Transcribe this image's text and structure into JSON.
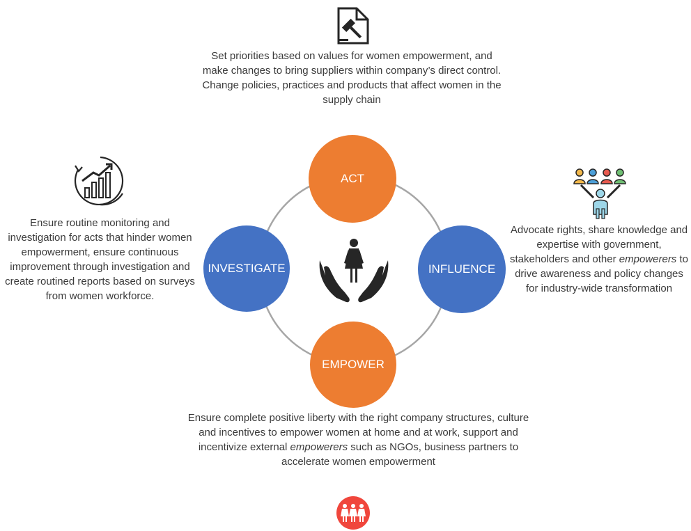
{
  "nodes": {
    "act": {
      "label": "ACT",
      "color": "#ED7D31"
    },
    "influence": {
      "label": "INFLUENCE",
      "color": "#4472C4"
    },
    "empower": {
      "label": "EMPOWER",
      "color": "#ED7D31"
    },
    "investigate": {
      "label": "INVESTIGATE",
      "color": "#4472C4"
    }
  },
  "descriptions": {
    "act": {
      "icon": "document-gavel-icon",
      "text": "Set priorities based on values for women empowerment, and make changes to bring suppliers within company’s direct control. Change policies, practices and products that affect women in the supply chain"
    },
    "investigate": {
      "icon": "growth-chart-icon",
      "text": "Ensure routine monitoring and investigation for acts that hinder women empowerment, ensure continuous improvement through investigation and create routined reports based on surveys from women workforce."
    },
    "influence": {
      "icon": "people-group-leader-icon",
      "text_before": "Advocate rights, share knowledge and expertise with government, stakeholders and other ",
      "text_em": "empowerers",
      "text_after": " to drive awareness and policy changes for industry-wide transformation"
    },
    "empower": {
      "icon": "women-group-icon",
      "text_before": "Ensure complete positive liberty with the right company structures, culture and incentives to empower women at home and at work, support and incentivize external ",
      "text_em": "empowerers",
      "text_after": " such as NGOs, business partners to accelerate women empowerment"
    }
  },
  "center": {
    "icon": "woman-in-hands-icon"
  },
  "colors": {
    "ring": "#A6A6A6",
    "orange": "#ED7D31",
    "blue": "#4472C4",
    "icon_dark": "#262626",
    "women_icon_bg": "#F0463C"
  }
}
